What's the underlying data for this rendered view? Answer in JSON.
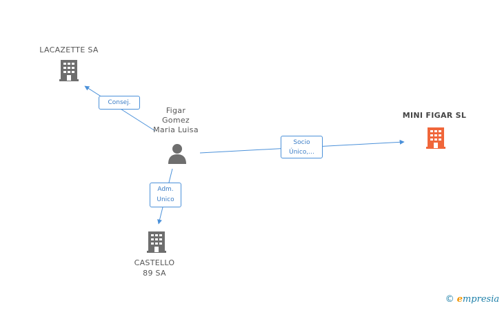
{
  "nodes": {
    "lacazette": {
      "label": "LACAZETTE SA"
    },
    "person": {
      "line1": "Figar",
      "line2": "Gomez",
      "line3": "Maria Luisa"
    },
    "minifigar": {
      "label": "MINI FIGAR SL"
    },
    "castello": {
      "line1": "CASTELLO",
      "line2": "89 SA"
    }
  },
  "edges": {
    "consej": {
      "label": "Consej."
    },
    "socio": {
      "line1": "Socio",
      "line2": "Único,..."
    },
    "adm": {
      "line1": "Adm.",
      "line2": "Unico"
    }
  },
  "brand": {
    "copyright": "©",
    "first": "e",
    "rest": "mpresia"
  },
  "colors": {
    "company": "#6e6e6e",
    "highlight": "#f0663a",
    "edge": "#4a90d9",
    "person": "#6e6e6e"
  }
}
